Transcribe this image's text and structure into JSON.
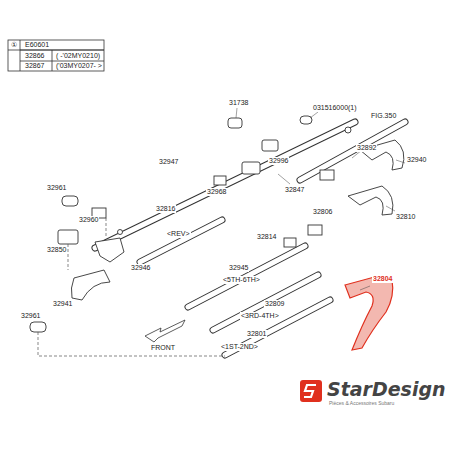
{
  "diagram": {
    "labels": [
      "①",
      "E60601",
      "32866",
      "( -'02MY0210)",
      "32867",
      "('03MY0207- >",
      "31738",
      "031516000(1)",
      "FIG.350",
      "32892",
      "32940",
      "32996",
      "32968",
      "32947",
      "32847",
      "32810",
      "32961",
      "32960",
      "32850",
      "32816",
      "<REV>",
      "32946",
      "32814",
      "32806",
      "32945",
      "<5TH-6TH>",
      "32941",
      "32809",
      "<3RD-4TH>",
      "32801",
      "<1ST-2ND>",
      "32804",
      "32961",
      "FRONT",
      "StarDesign",
      "Pièces & Accessoires Subaru"
    ]
  }
}
